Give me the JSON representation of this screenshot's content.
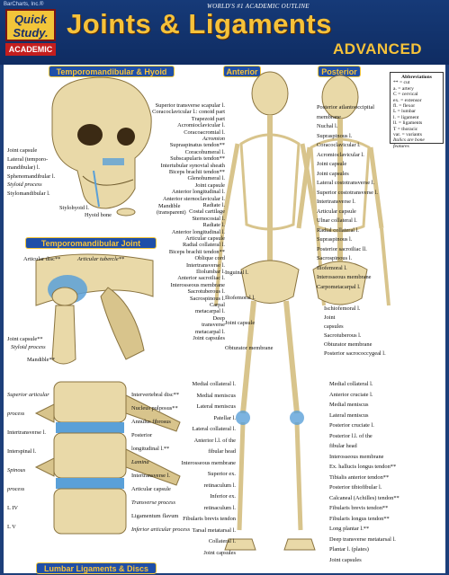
{
  "header": {
    "publisher": "BarCharts, Inc.®",
    "logo_top": "Quick Study.",
    "logo_bottom": "ACADEMIC",
    "tagline": "WORLD'S #1 ACADEMIC OUTLINE",
    "title": "Joints & Ligaments",
    "subtitle": "ADVANCED"
  },
  "sections": {
    "tmj_hyoid": "Temporomandibular & Hyoid",
    "anterior": "Anterior",
    "posterior": "Posterior",
    "tmj": "Temporomandibular Joint",
    "lumbar": "Lumbar Ligaments & Discs"
  },
  "abbreviations": {
    "title": "Abbreviations",
    "items": [
      "** = cut",
      "a. = artery",
      "C = cervical",
      "ex. = extensor",
      "fl. = flexor",
      "L = lumbar",
      "l. = ligament",
      "ll. = ligaments",
      "T = thoracic",
      "var. = variants"
    ],
    "note": "Italics are bone features"
  },
  "skull_labels": [
    "Joint capsule",
    "Lateral (temporo-",
    "mandibular) l.",
    "Sphenomandibular l.",
    "Styloid process",
    "Stylomandibular l.",
    "Stylohyoid l.",
    "Hyoid bone",
    "Mandible",
    "(transparent)"
  ],
  "tmj_labels": [
    "Articular disc**",
    "Articular tubercle**",
    "Joint capsule**",
    "Styloid process",
    "Mandible**"
  ],
  "spine_labels": [
    "Superior articular",
    "process",
    "Intertransverse l.",
    "Interspinal l.",
    "Spinous",
    "process",
    "L IV",
    "L V",
    "Intervertebral disc**",
    "Nucleus pulposus**",
    "Annulus fibrosus",
    "Posterior",
    "longitudinal l.**",
    "Lamina",
    "Intertransverse l.",
    "Articular capsule",
    "Transverse process",
    "Ligamentum flavum",
    "Inferior articular process"
  ],
  "anterior_labels_left": [
    "Superior transverse scapular l.",
    "Coracoclavicular l.: conoid part",
    "Trapezoid part",
    "Acromioclavicular l.",
    "Coracoacromial l.",
    "Acromion",
    "Supraspinatus tendon**",
    "Coracohumeral l.",
    "Subscapularis tendon**",
    "Intertubular synovial sheath",
    "Biceps brachii tendon**",
    "Glenohumeral l.",
    "Joint capsule",
    "Anterior longitudinal l.",
    "Anterior sternoclavicular l.",
    "Radiate l.",
    "Costal cartilage",
    "Sternocostal l.",
    "Radiate l.",
    "Anterior longitudinal l.",
    "Articular capsule",
    "Radial collateral l.",
    "Biceps brachii tendon**",
    "Oblique cord",
    "Intertransverse l.",
    "Iliolumbar l.",
    "Anterior sacroiliac l.",
    "Interosseous membrane",
    "Sacrotuberous l.",
    "Sacrospinous l.",
    "Carpal",
    "metacarpal l.",
    "Deep",
    "transverse",
    "metacarpal l.",
    "Joint capsules"
  ],
  "anterior_labels_mid": [
    "Inguinal l.",
    "Iliofemoral l.",
    "Joint capsule",
    "Obturator membrane"
  ],
  "posterior_labels": [
    "Posterior atlantooccipital",
    "membrane",
    "Nuchal l.",
    "Supraspinous l.",
    "Coracoclavicular l.",
    "Acromioclavicular l.",
    "Joint capsule",
    "Joint capsules",
    "Lateral costotransverse l.",
    "Superior costotransverse l.",
    "Intertransverse l.",
    "Articular capsule",
    "Ulnar collateral l.",
    "Radial collateral l.",
    "Supraspinous l.",
    "Posterior sacroiliac ll.",
    "Sacrospinous l.",
    "Iliofemoral l.",
    "Interosseous membrane",
    "Carpometacarpal l.",
    "Ischiofemoral l.",
    "Joint",
    "capsules",
    "Sacrotuberous l.",
    "Obturator membrane",
    "Posterior sacrococcygeal l."
  ],
  "leg_labels_left": [
    "Medial collateral l.",
    "Medial meniscus",
    "Lateral meniscus",
    "Patellar l.",
    "Lateral collateral l.",
    "Anterior l.l. of the",
    "fibular head",
    "Interosseous membrane",
    "Superior ex.",
    "retinaculum l.",
    "Inferior ex.",
    "retinaculum l.",
    "Fibularis brevis tendon",
    "Tarsal metatarsal l.",
    "Collateral l.",
    "Joint capsules"
  ],
  "leg_labels_right": [
    "Medial collateral l.",
    "Anterior cruciate l.",
    "Medial meniscus",
    "Lateral meniscus",
    "Posterior cruciate l.",
    "Posterior l.l. of the",
    "fibular head",
    "Interosseous membrane",
    "Ex. hallucis longus tendon**",
    "Tibialis anterior tendon**",
    "Posterior tibiofibular l.",
    "Calcaneal (Achilles) tendon**",
    "Fibularis brevis tendon**",
    "Fibularis longus tendon**",
    "Long plantar l.**",
    "Deep transverse metatarsal l.",
    "Plantar l. (plates)",
    "Joint capsules"
  ],
  "colors": {
    "bar": "#1f4fa8",
    "gold": "#f6c23a",
    "bone": "#e9d9a8",
    "ligament": "#5aa0d8",
    "background": "#1d3f7a"
  }
}
